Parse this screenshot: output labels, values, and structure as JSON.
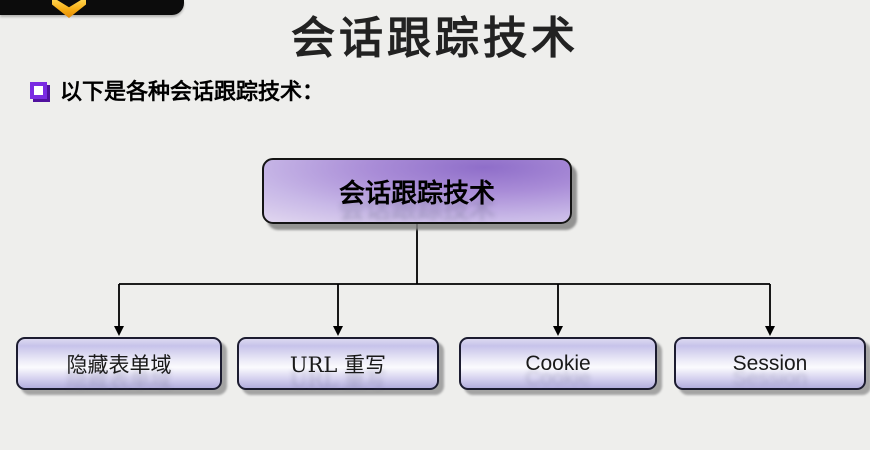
{
  "slide": {
    "background_color": "#eeeeec",
    "header": {
      "banner_color": "#0c0c0c",
      "chevron_color": "#f6ab12"
    },
    "title": "会话跟踪技术",
    "bullet": {
      "marker_color": "#7a2be2",
      "text": "以下是各种会话跟踪技术："
    }
  },
  "diagram": {
    "type": "tree",
    "line_color": "#000000",
    "root": {
      "label": "会话跟踪技术",
      "fill_accent": "#9678cc"
    },
    "children": [
      {
        "label": "隐藏表单域"
      },
      {
        "label": "URL 重写"
      },
      {
        "label": "Cookie"
      },
      {
        "label": "Session"
      }
    ]
  }
}
